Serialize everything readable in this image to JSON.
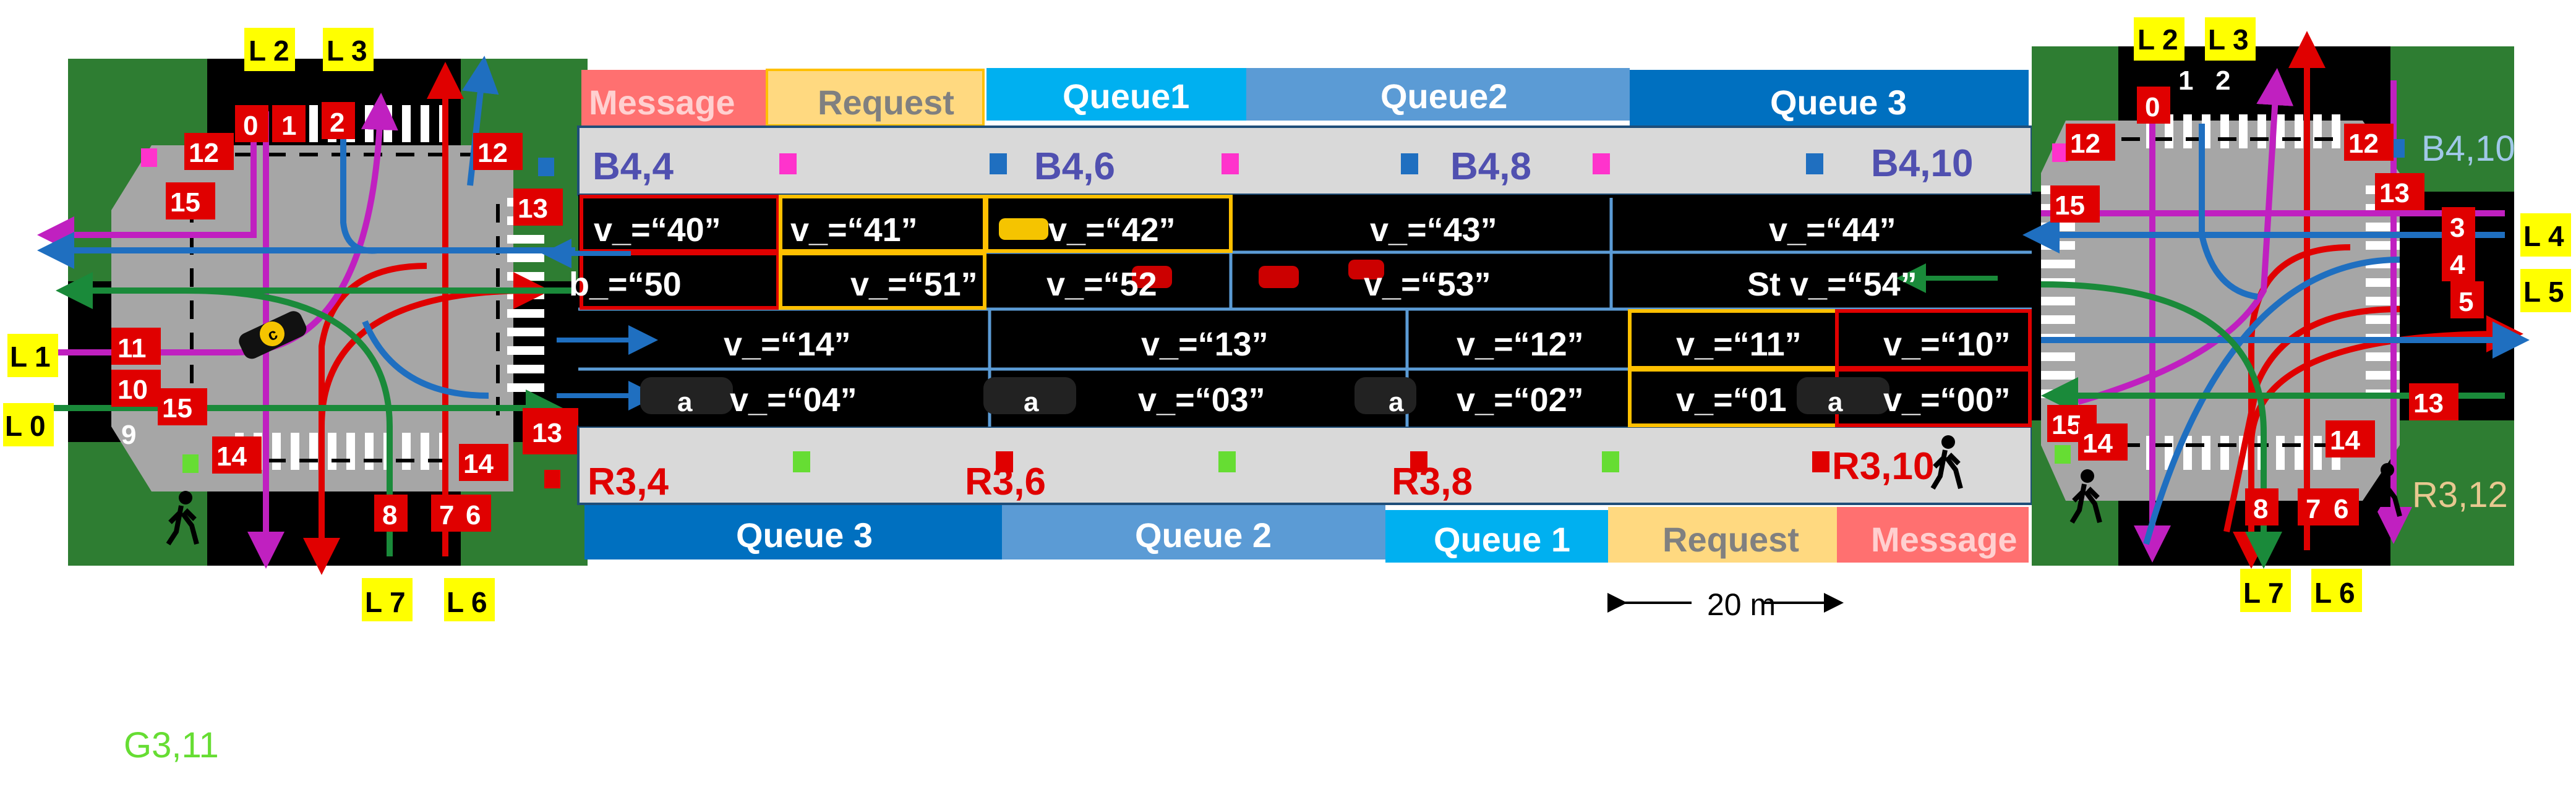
{
  "header_left": {
    "message": "Message",
    "request": "Request",
    "queue1": "Queue1",
    "queue2": "Queue2",
    "queue3": "Queue 3"
  },
  "header_right": {
    "queue3": "Queue   3",
    "queue2": "Queue     2",
    "queue1": "Queue  1",
    "request": "Request",
    "message": "Message"
  },
  "lanes_top": [
    [
      "v_=“40”",
      "v_=“41”",
      "v_=“42”",
      "v_=“43”",
      "v_=“44”"
    ],
    [
      "b_=“50",
      "v_=“51”",
      "v_=“52",
      "v_=“53”",
      "St  v_=“54”"
    ]
  ],
  "lanes_bottom": [
    [
      "v_=“14”",
      "v_=“13”",
      "v_=“12”",
      "v_=“11”",
      "v_=“10”"
    ],
    [
      "v_=“04”",
      "v_=“03”",
      "v_=“02”",
      "v_=“01",
      "v_=“00”"
    ]
  ],
  "detectors_blue": [
    "B4,4",
    "B4,6",
    "B4,8",
    "B4,10"
  ],
  "detectors_red": [
    "R3,4",
    "R3,6",
    "R3,8",
    "R3,10"
  ],
  "right_detectors": {
    "b": "B4,10",
    "r": "R3,12"
  },
  "green_label": "G3,11",
  "scale": "20 m",
  "vehicle_a": "a",
  "vehicle_c": "c",
  "left_intersection": {
    "yellow_labels": [
      "L 2",
      "L 3",
      "L 1",
      "L 0",
      "L 7",
      "L 6"
    ],
    "red_numbers": [
      "0",
      "1",
      "2",
      "12",
      "12",
      "15",
      "13",
      "11",
      "10",
      "15",
      "14",
      "14",
      "8",
      "7",
      "6",
      "13"
    ],
    "plain_number": "9"
  },
  "right_intersection": {
    "yellow_labels": [
      "L 2",
      "L 3",
      "L 4",
      "L 5",
      "L 7",
      "L 6"
    ],
    "red_numbers": [
      "12",
      "0",
      "12",
      "13",
      "15",
      "3",
      "4",
      "5",
      "13",
      "15",
      "14",
      "14",
      "8",
      "7",
      "6"
    ],
    "plain_numbers": [
      "1",
      "2"
    ]
  },
  "colors": {
    "road": "#000000",
    "sidewalk": "#d9d9d9",
    "intersection": "#a6a6a6",
    "grass": "#2e7d32",
    "red": "#e00000",
    "yellow": "#ffff00",
    "blue": "#1f6fc0",
    "magenta": "#c020c0",
    "green": "#1a8a3a"
  }
}
